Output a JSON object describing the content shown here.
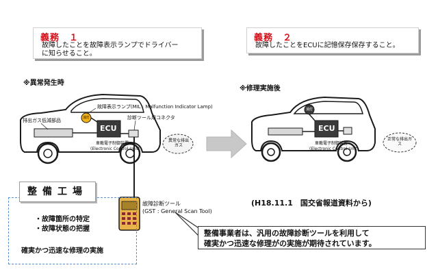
{
  "duty1": {
    "title": "義務　１",
    "text_line1": "故障したことを故障表示ランプでドライバー",
    "text_line2": "に知らせること。"
  },
  "duty2": {
    "title": "義務　２",
    "text": "故障したことをECUに記憶保存保存すること。"
  },
  "left_diagram": {
    "header": "※異常発生時",
    "exhaust_label": "排出ガス低減部品",
    "mil_label": "故障表示ランプ(MIL : Malfunction Indicator Lamp)",
    "connector_label": "診断ツール用コネクタ",
    "ecu_label": "ECU",
    "ecu_jp": "車載電子制御装置",
    "ecu_en": "(Electronic Control Unit)",
    "abnormal_gas": "異常な排出ガス",
    "lamp_text": "消灯"
  },
  "right_diagram": {
    "header": "※修理実施後",
    "ecu_label": "ECU",
    "ecu_jp": "車載電子制御装置",
    "ecu_en": "(Electronic Control Unit)",
    "normal_gas": "正常な排出ガス",
    "lamp_text": "消灯"
  },
  "scan_tool": {
    "label_line1": "故障診断ツール",
    "label_line2": "(GST : General Scan Tool)"
  },
  "shop": {
    "title": "整備工場",
    "item1": "・故障箇所の特定",
    "item2": "・故障状態の把握",
    "footer": "確実かつ迅速な修理の実施"
  },
  "source_note": "(H18.11.1　国交省報道資料から)",
  "callout": {
    "line1": "整備事業者は、汎用の故障診断ツールを利用して",
    "line2": "確実かつ迅速な修理がの実施が期待されています。"
  },
  "colors": {
    "duty_red": "#d4101a",
    "ecu_fill": "#3a3a3a",
    "arrow_gray": "#c8c8c8",
    "lamp": "#f2b31a",
    "shop_border": "#5a8fd0"
  }
}
